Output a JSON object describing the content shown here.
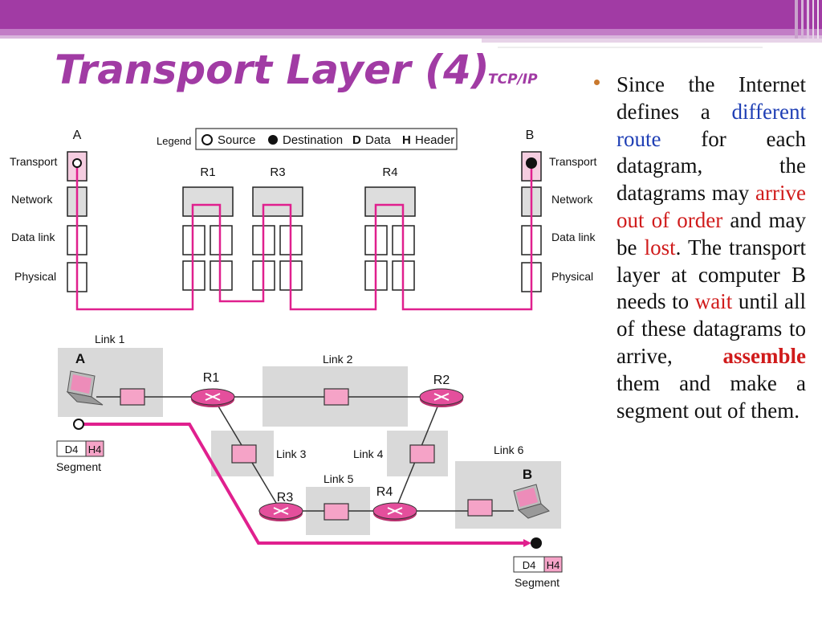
{
  "slide": {
    "title": "Transport Layer (4)",
    "subtitle": "TCP/IP",
    "colors": {
      "brand": "#a13ba4",
      "path": "#e0208e",
      "router": "#e44f9c",
      "box": "#f5a3c7"
    }
  },
  "diagram_top": {
    "legend": {
      "title": "Legend",
      "source": "Source",
      "destination": "Destination",
      "d_key": "D",
      "d_label": "Data",
      "h_key": "H",
      "h_label": "Header"
    },
    "host_a": "A",
    "host_b": "B",
    "routers": [
      "R1",
      "R3",
      "R4"
    ],
    "layers": [
      "Transport",
      "Network",
      "Data link",
      "Physical"
    ]
  },
  "diagram_bottom": {
    "links": [
      "Link 1",
      "Link 2",
      "Link 3",
      "Link 4",
      "Link 5",
      "Link 6"
    ],
    "routers": [
      "R1",
      "R2",
      "R3",
      "R4"
    ],
    "host_a": "A",
    "host_b": "B",
    "segment_label": "Segment",
    "d_tag": "D4",
    "h_tag": "H4"
  },
  "bullet": {
    "p1": "Since the Internet defines a ",
    "h1": "different route",
    "p2": " for each datagram, the datagrams may ",
    "h2": "arrive out of order",
    "p3": " and may be ",
    "h3": "lost",
    "p4": ". The transport layer at computer B needs to ",
    "h4": "wait",
    "p5": " until all of these datagrams to arrive, ",
    "h5": "assemble",
    "p6": " them and make a segment out of them."
  }
}
